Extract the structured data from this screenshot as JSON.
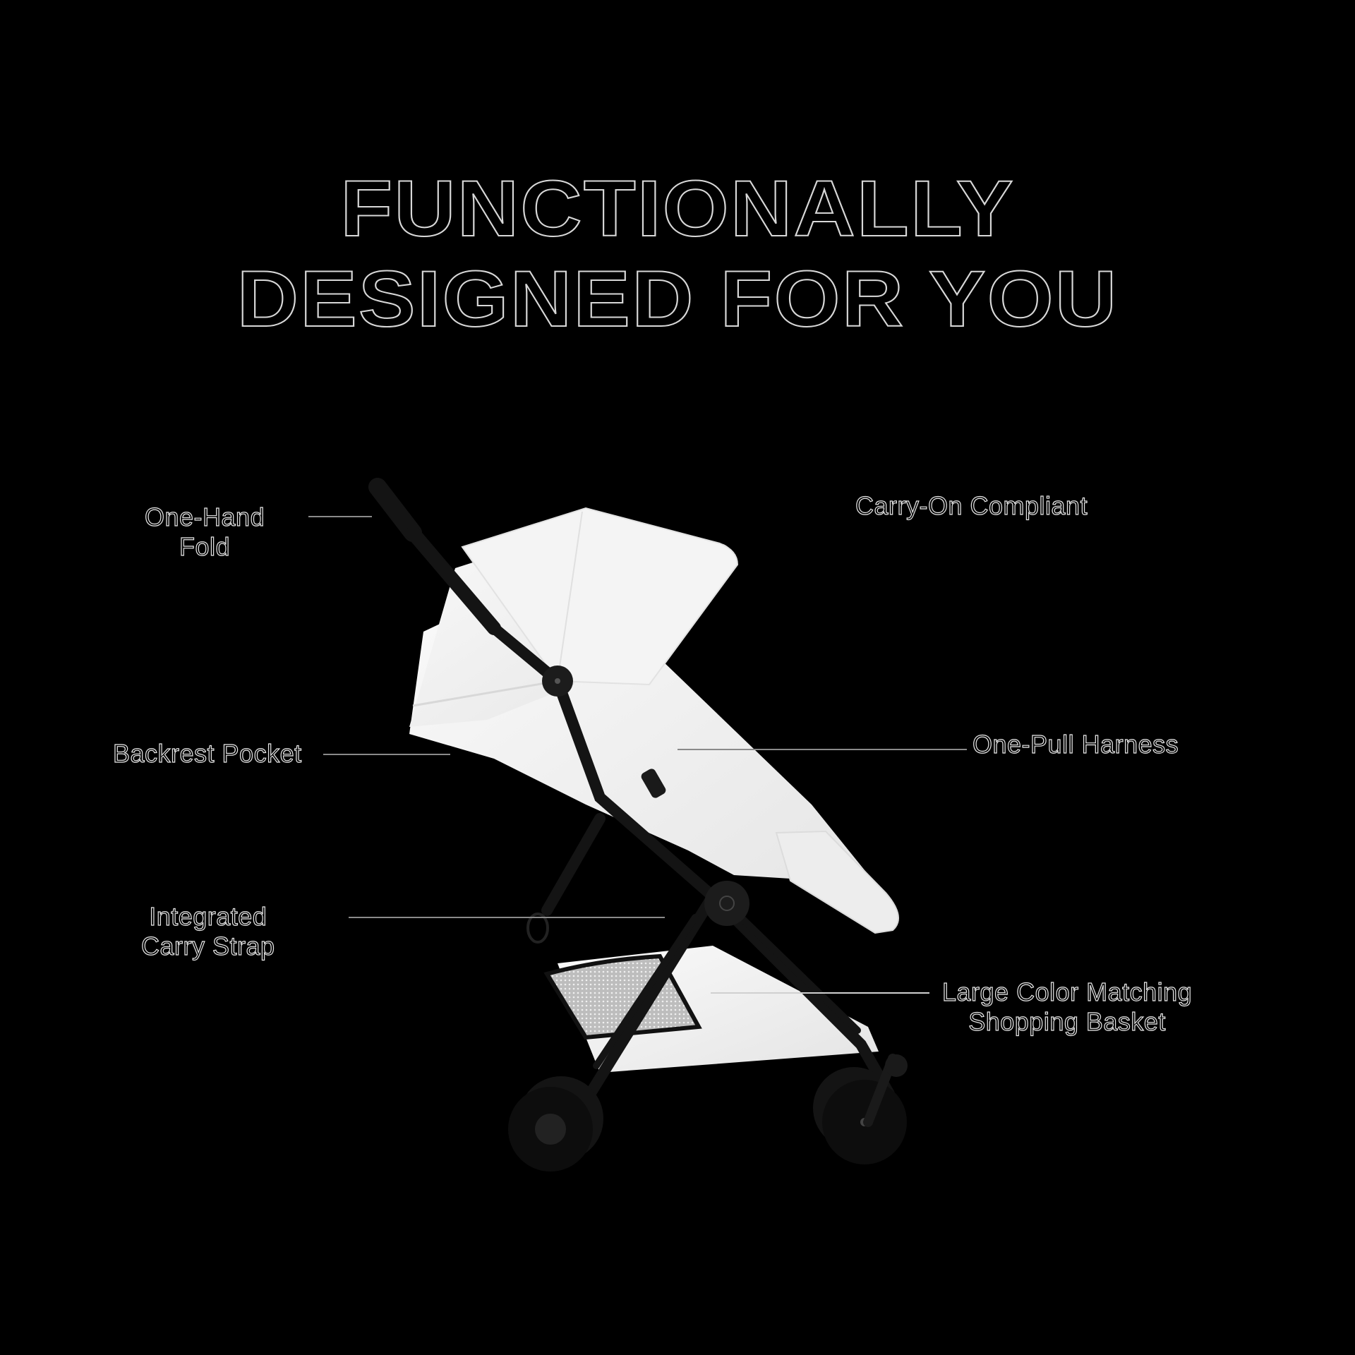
{
  "headline": {
    "line1": "FUNCTIONALLY",
    "line2": "DESIGNED FOR YOU"
  },
  "callouts": [
    {
      "id": "one-hand-fold",
      "lines": [
        "One-Hand",
        "Fold"
      ]
    },
    {
      "id": "carry-on-compliant",
      "lines": [
        "Carry-On Compliant"
      ]
    },
    {
      "id": "backrest-pocket",
      "lines": [
        "Backrest Pocket"
      ]
    },
    {
      "id": "one-pull-harness",
      "lines": [
        "One-Pull Harness"
      ]
    },
    {
      "id": "integrated-carry-strap",
      "lines": [
        "Integrated",
        "Carry Strap"
      ]
    },
    {
      "id": "shopping-basket",
      "lines": [
        "Large Color Matching",
        "Shopping Basket"
      ]
    }
  ],
  "colors": {
    "background": "#000000",
    "fabric": "#f2f2f2",
    "frame": "#1a1a1a",
    "leader_line": "#8a8a8a",
    "text_outline": "#e0e0e0"
  }
}
